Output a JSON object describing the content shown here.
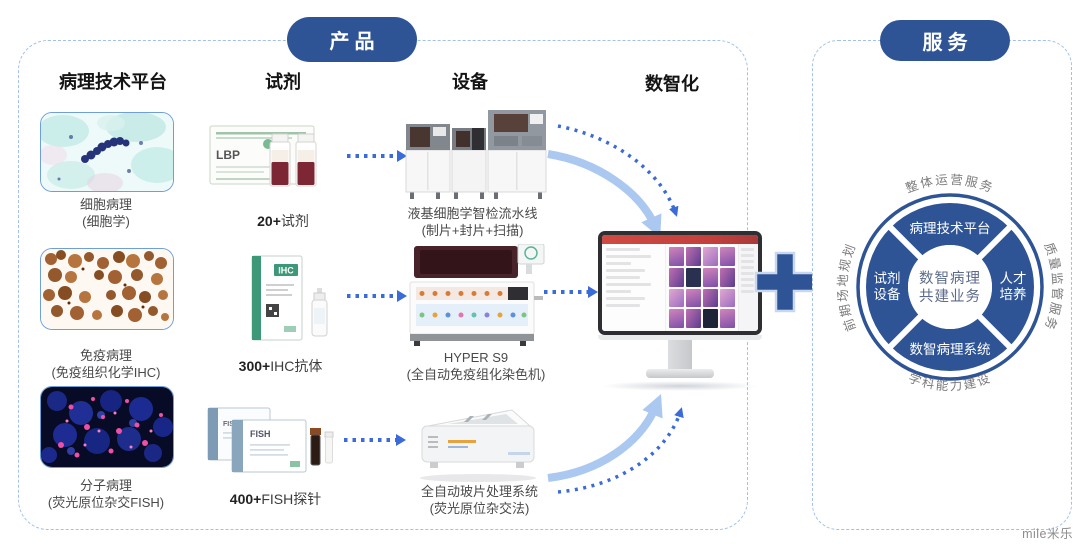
{
  "colors": {
    "accent_blue": "#2e5496",
    "arrow_blue": "#3a6bd8",
    "arrow_light": "#abc8f0",
    "dash_border": "#a3c1e8"
  },
  "watermark": "mile米乐",
  "product_panel": {
    "badge": "产品",
    "columns": {
      "platform": "病理技术平台",
      "reagent": "试剂",
      "equipment": "设备",
      "digital": "数智化"
    },
    "reagent_box_labels": {
      "row1": "LBP",
      "row2": "IHC",
      "row3": "FISH"
    },
    "rows": [
      {
        "platform": {
          "line1": "细胞病理",
          "line2": "(细胞学)"
        },
        "reagent": {
          "count": "20+",
          "label": "试剂"
        },
        "equipment": {
          "line1": "液基细胞学智检流水线",
          "line2": "(制片+封片+扫描)"
        }
      },
      {
        "platform": {
          "line1": "免疫病理",
          "line2": "(免疫组织化学IHC)"
        },
        "reagent": {
          "count": "300+",
          "label": "IHC抗体"
        },
        "equipment": {
          "line1": "HYPER S9",
          "line2": "(全自动免疫组化染色机)"
        }
      },
      {
        "platform": {
          "line1": "分子病理",
          "line2": "(荧光原位杂交FISH)"
        },
        "reagent": {
          "count": "400+",
          "label": "FISH探针"
        },
        "equipment": {
          "line1": "全自动玻片处理系统",
          "line2": "(荧光原位杂交法)"
        }
      }
    ]
  },
  "service_panel": {
    "badge": "服务",
    "circle": {
      "center_line1": "数智病理",
      "center_line2": "共建业务",
      "segment_top": "病理技术平台",
      "segment_right_line1": "人才",
      "segment_right_line2": "培养",
      "segment_bottom": "数智病理系统",
      "segment_left_line1": "试剂",
      "segment_left_line2": "设备",
      "outer_top": "整体运营服务",
      "outer_right": "质量监管服务",
      "outer_bottom": "学科能力建设",
      "outer_left": "前期场地规划"
    }
  }
}
